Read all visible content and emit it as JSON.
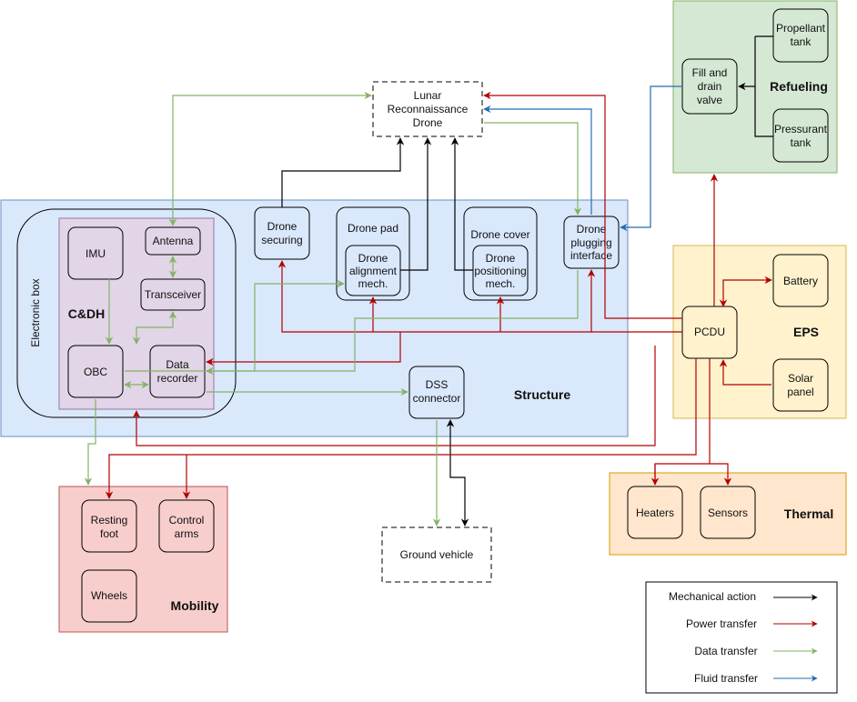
{
  "groups": {
    "structure": {
      "label": "Structure",
      "color": "#dae8fc",
      "stroke": "#6c8ebf"
    },
    "refueling": {
      "label": "Refueling",
      "color": "#d5e8d4",
      "stroke": "#82b366"
    },
    "eps": {
      "label": "EPS",
      "color": "#fff2cc",
      "stroke": "#d6b656"
    },
    "thermal": {
      "label": "Thermal",
      "color": "#ffe6cc",
      "stroke": "#d79b00"
    },
    "mobility": {
      "label": "Mobility",
      "color": "#f8cecc",
      "stroke": "#b85450"
    },
    "cdh": {
      "label": "C&DH",
      "color": "#e1d5e7",
      "stroke": "#9673a6"
    },
    "electronic_box": {
      "label": "Electronic box"
    }
  },
  "nodes": {
    "lunar_drone": [
      "Lunar",
      "Reconnaissance",
      "Drone"
    ],
    "drone_securing": [
      "Drone",
      "securing"
    ],
    "drone_pad": [
      "Drone pad"
    ],
    "drone_alignment": [
      "Drone",
      "alignment",
      "mech."
    ],
    "drone_cover": [
      "Drone cover"
    ],
    "drone_positioning": [
      "Drone",
      "positioning",
      "mech."
    ],
    "drone_plugging": [
      "Drone",
      "plugging",
      "interface"
    ],
    "fill_drain": [
      "Fill and",
      "drain",
      "valve"
    ],
    "propellant_tank": [
      "Propellant",
      "tank"
    ],
    "pressurant_tank": [
      "Pressurant",
      "tank"
    ],
    "imu": [
      "IMU"
    ],
    "antenna": [
      "Antenna"
    ],
    "transceiver": [
      "Transceiver"
    ],
    "obc": [
      "OBC"
    ],
    "data_recorder": [
      "Data",
      "recorder"
    ],
    "dss_connector": [
      "DSS",
      "connector"
    ],
    "pcdu": [
      "PCDU"
    ],
    "battery": [
      "Battery"
    ],
    "solar_panel": [
      "Solar",
      "panel"
    ],
    "heaters": [
      "Heaters"
    ],
    "sensors": [
      "Sensors"
    ],
    "resting_foot": [
      "Resting",
      "foot"
    ],
    "control_arms": [
      "Control",
      "arms"
    ],
    "wheels": [
      "Wheels"
    ],
    "ground_vehicle": [
      "Ground vehicle"
    ]
  },
  "legend": [
    {
      "label": "Mechanical action",
      "color": "#000000"
    },
    {
      "label": "Power transfer",
      "color": "#b20000"
    },
    {
      "label": "Data transfer",
      "color": "#82b366"
    },
    {
      "label": "Fluid transfer",
      "color": "#1f6fb5"
    }
  ],
  "colors": {
    "mechanical": "#000000",
    "power": "#b20000",
    "data": "#82b366",
    "fluid": "#1f6fb5"
  }
}
